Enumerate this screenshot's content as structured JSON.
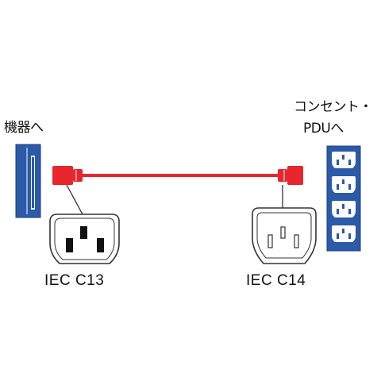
{
  "labels": {
    "device_side": "機器へ",
    "pdu_side_line1": "コンセント・",
    "pdu_side_line2": "PDUへ",
    "left_connector": "IEC C13",
    "right_connector": "IEC C14"
  },
  "colors": {
    "cable": "#e8262d",
    "device_blue": "#2a5aa8",
    "outline": "#333333",
    "leader": "#222222",
    "text": "#111111",
    "background": "#ffffff"
  },
  "icons": {
    "device": "server-rack-icon",
    "pdu": "pdu-outlet-strip-icon",
    "c13": "iec-c13-socket-icon",
    "c14": "iec-c14-inlet-icon"
  },
  "pdu_outlet_count": 4
}
